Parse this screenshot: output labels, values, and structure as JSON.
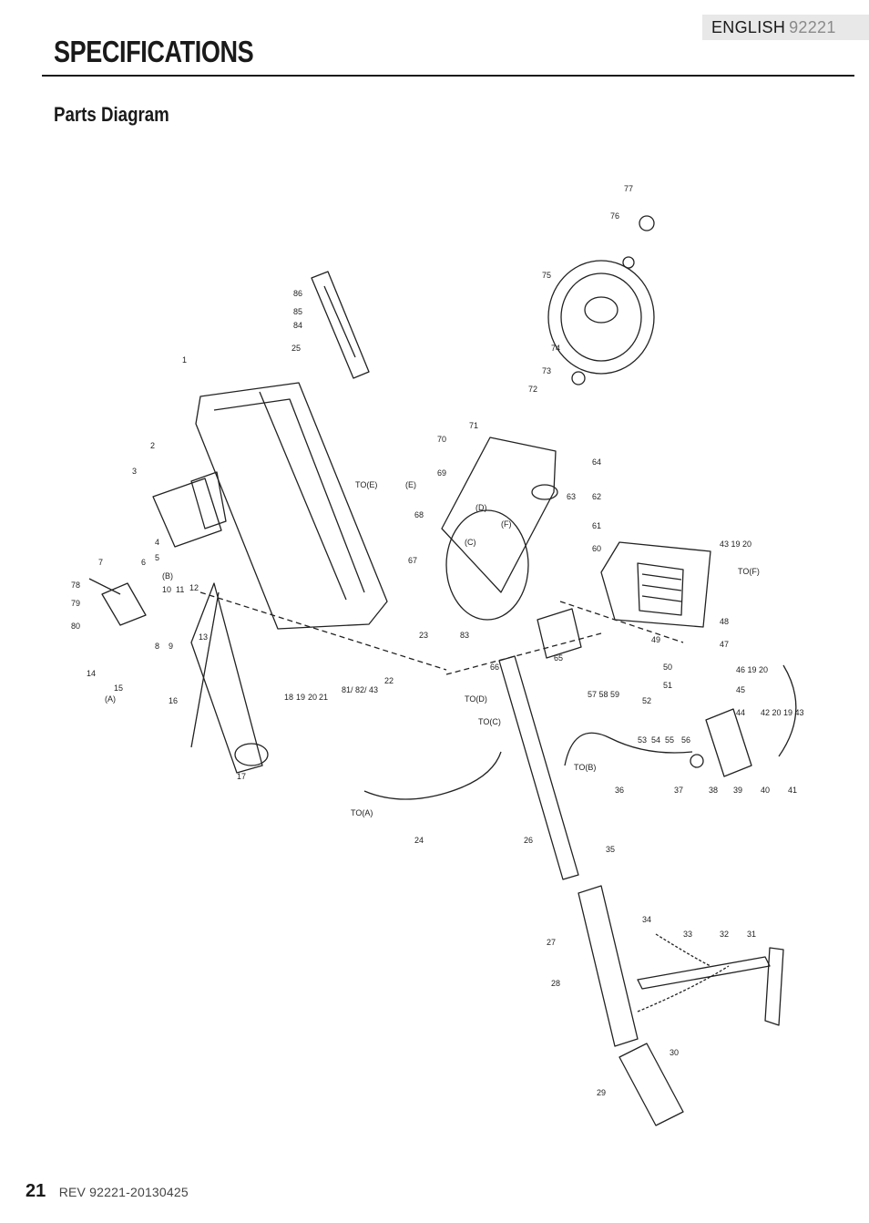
{
  "header": {
    "language": "ENGLISH",
    "model": "92221"
  },
  "section_title": "SPECIFICATIONS",
  "subsection_title": "Parts Diagram",
  "diagram": {
    "callouts": [
      "1",
      "2",
      "3",
      "4",
      "5",
      "6",
      "7",
      "78",
      "79",
      "80",
      "10",
      "11",
      "12",
      "8",
      "9",
      "13",
      "14",
      "15",
      "16",
      "17",
      "18",
      "19",
      "20",
      "21",
      "22",
      "23",
      "24",
      "25",
      "84",
      "85",
      "86",
      "26",
      "27",
      "28",
      "29",
      "30",
      "31",
      "32",
      "33",
      "34",
      "35",
      "36",
      "37",
      "38",
      "39",
      "40",
      "41",
      "42",
      "43",
      "44",
      "45",
      "46",
      "47",
      "48",
      "49",
      "50",
      "51",
      "52",
      "53",
      "54",
      "55",
      "56",
      "57",
      "58",
      "59",
      "60",
      "61",
      "62",
      "63",
      "64",
      "65",
      "66",
      "67",
      "68",
      "69",
      "70",
      "71",
      "72",
      "73",
      "74",
      "75",
      "76",
      "77",
      "81",
      "82",
      "83"
    ],
    "refs": [
      "(A)",
      "(B)",
      "(C)",
      "(D)",
      "(E)",
      "(F)",
      "TO(A)",
      "TO(B)",
      "TO(C)",
      "TO(D)",
      "TO(E)",
      "TO(F)"
    ]
  },
  "footer": {
    "page_number": "21",
    "revision": "REV 92221-20130425"
  }
}
